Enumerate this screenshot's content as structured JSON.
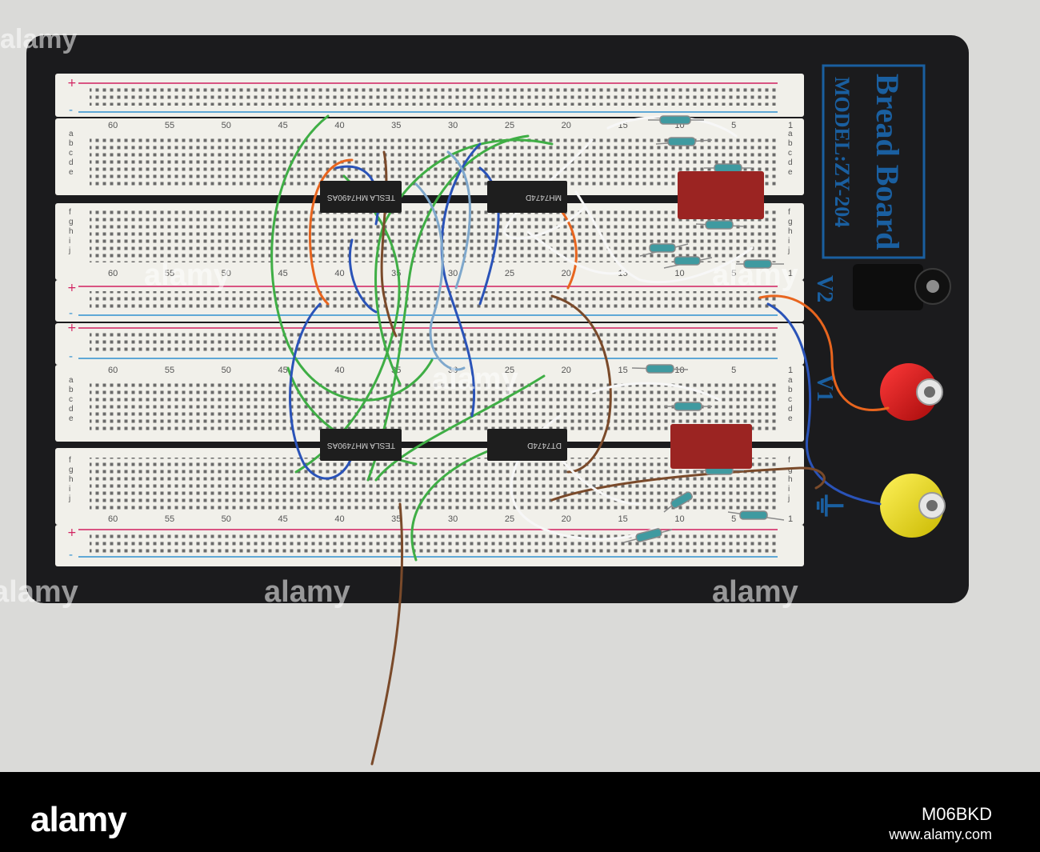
{
  "board": {
    "brand_line1": "Bread Board",
    "brand_line2": "MODEL:ZY-204",
    "terminal_v2": "V2",
    "terminal_v1": "V1",
    "ground_symbol": "⏚",
    "rail_plus": "+",
    "rail_minus": "-",
    "column_numbers_top": [
      "60",
      "55",
      "50",
      "45",
      "40",
      "35",
      "30",
      "25",
      "20",
      "15",
      "10",
      "5",
      "1"
    ],
    "row_letters_top": [
      "a",
      "b",
      "c",
      "d",
      "e"
    ],
    "row_letters_bottom": [
      "f",
      "g",
      "h",
      "i",
      "j"
    ]
  },
  "chips": [
    {
      "label": "TESLA MH7490AS"
    },
    {
      "label": "MH7474D"
    },
    {
      "label": "TESLA MH7490AS"
    },
    {
      "label": "DT7474D"
    }
  ],
  "watermark": {
    "text": "alamy"
  },
  "footer": {
    "logo": "alamy",
    "image_id": "M06BKD",
    "url": "www.alamy.com"
  },
  "colors": {
    "board_base": "#1b1b1d",
    "strip": "#f1f0ea",
    "rail_red": "#d1205f",
    "rail_blue": "#2f8fd0",
    "brand_blue": "#1a5fa0"
  }
}
